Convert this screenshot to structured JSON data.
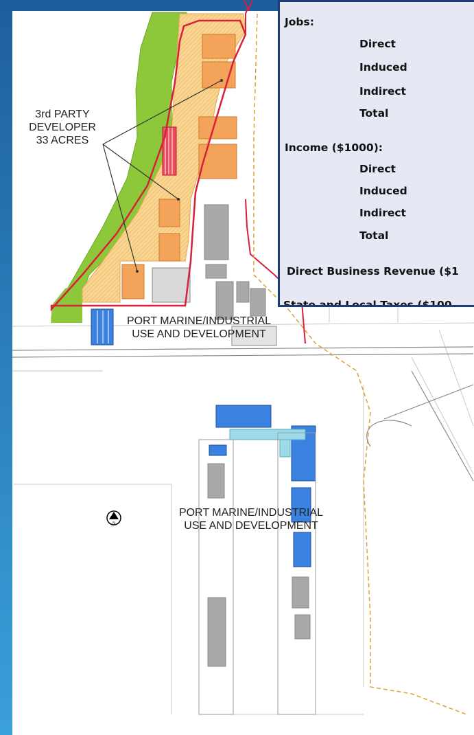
{
  "labels": {
    "developer": [
      "3rd PARTY",
      "DEVELOPER",
      "33 ACRES"
    ],
    "port_upper": [
      "PORT MARINE/INDUSTRIAL",
      "USE AND DEVELOPMENT"
    ],
    "port_lower": [
      "PORT MARINE/INDUSTRIAL",
      "USE AND DEVELOPMENT"
    ]
  },
  "info_panel": {
    "jobs": {
      "heading": "Jobs:",
      "items": [
        "Direct",
        "Induced",
        "Indirect",
        "Total"
      ]
    },
    "income": {
      "heading": "Income ($1000):",
      "items": [
        "Direct",
        "Induced",
        "Indirect",
        "Total"
      ]
    },
    "revenue": "Direct Business Revenue ($1",
    "taxes": "State and Local Taxes ($100"
  },
  "colors": {
    "frame_blue": "#2e86c4",
    "vegetation": "#8cc83a",
    "developer_area": "#f9d590",
    "building_orange": "#f4a45a",
    "route_red": "#d8203a",
    "building_blue": "#3b82e0",
    "building_gray": "#a9a9a9",
    "panel_bg": "#e6e9f3",
    "panel_border": "#1f3c7a"
  },
  "icons": [
    "north-arrow-icon"
  ]
}
